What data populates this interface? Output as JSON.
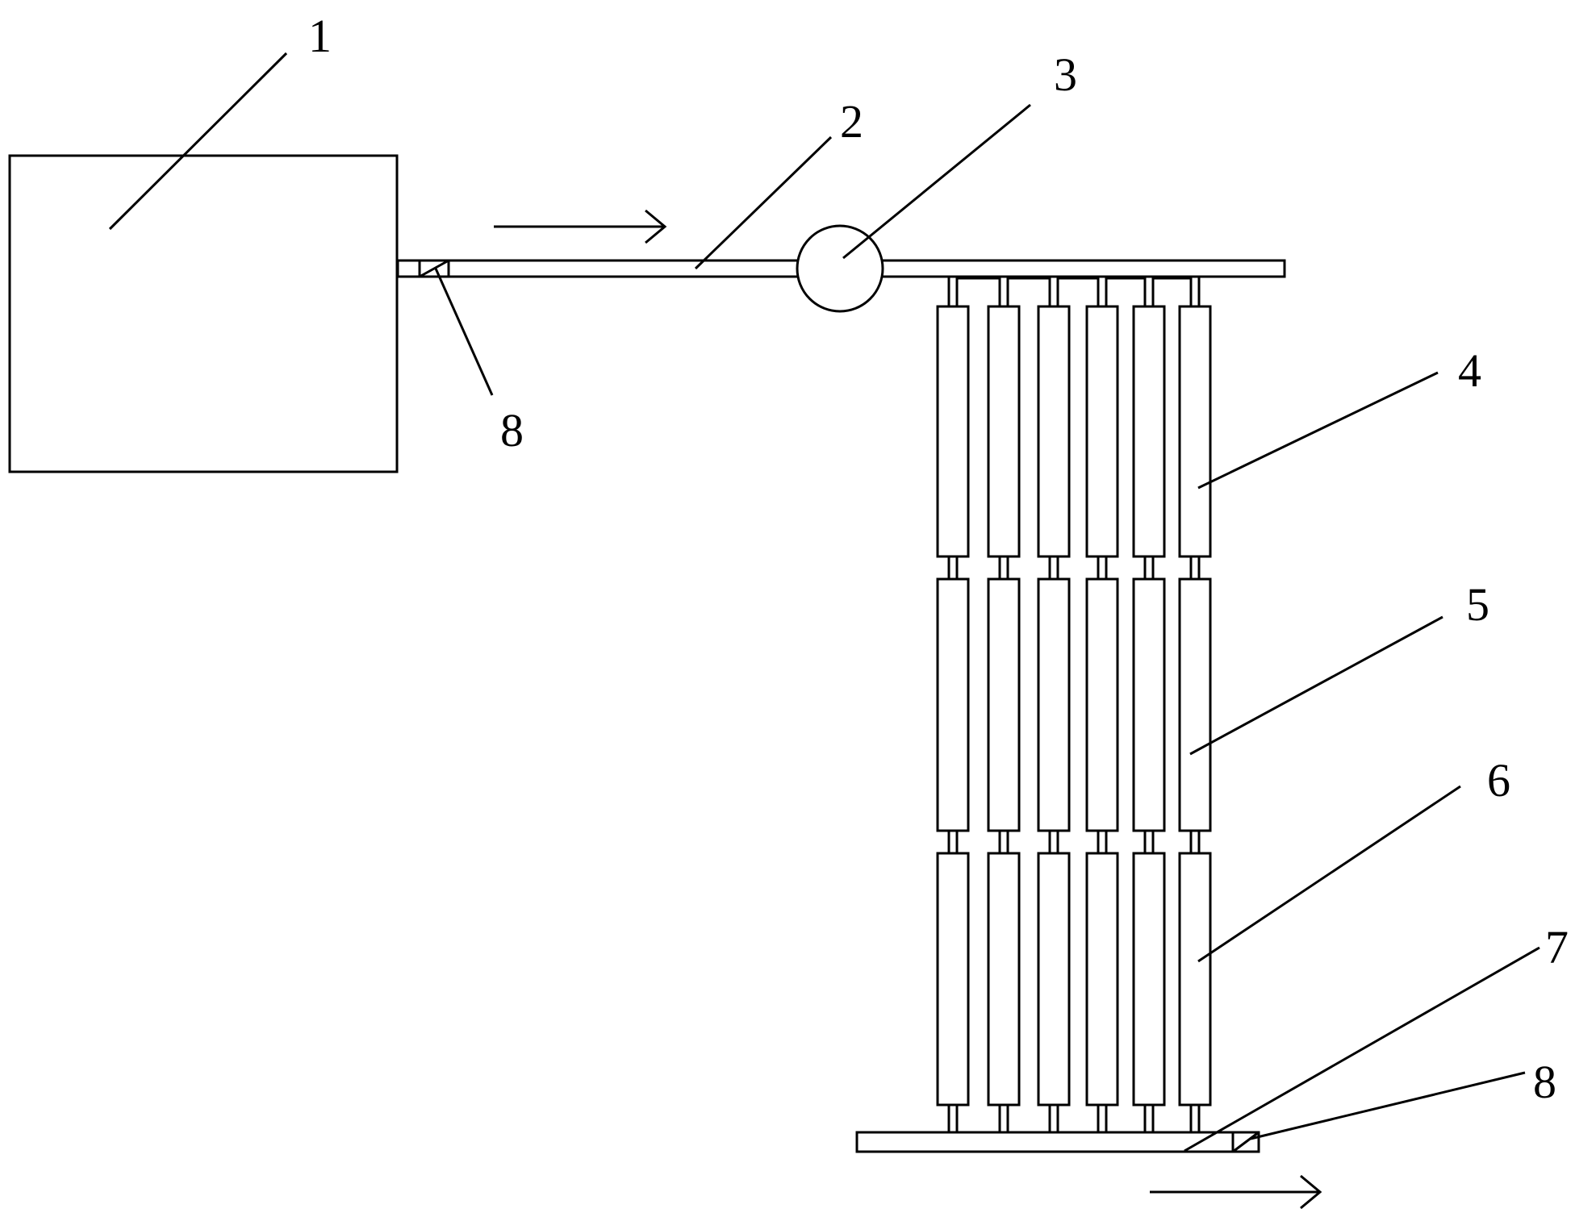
{
  "diagram": {
    "labels": {
      "tank": "1",
      "inlet_pipe": "2",
      "pump": "3",
      "upper_tubes": "4",
      "middle_tubes": "5",
      "lower_tubes": "6",
      "outlet_pipe": "7",
      "valve_inlet": "8",
      "valve_outlet": "8"
    },
    "tube_columns": 6,
    "tube_rows": 3,
    "colors": {
      "line": "#000000",
      "background": "#ffffff"
    }
  }
}
